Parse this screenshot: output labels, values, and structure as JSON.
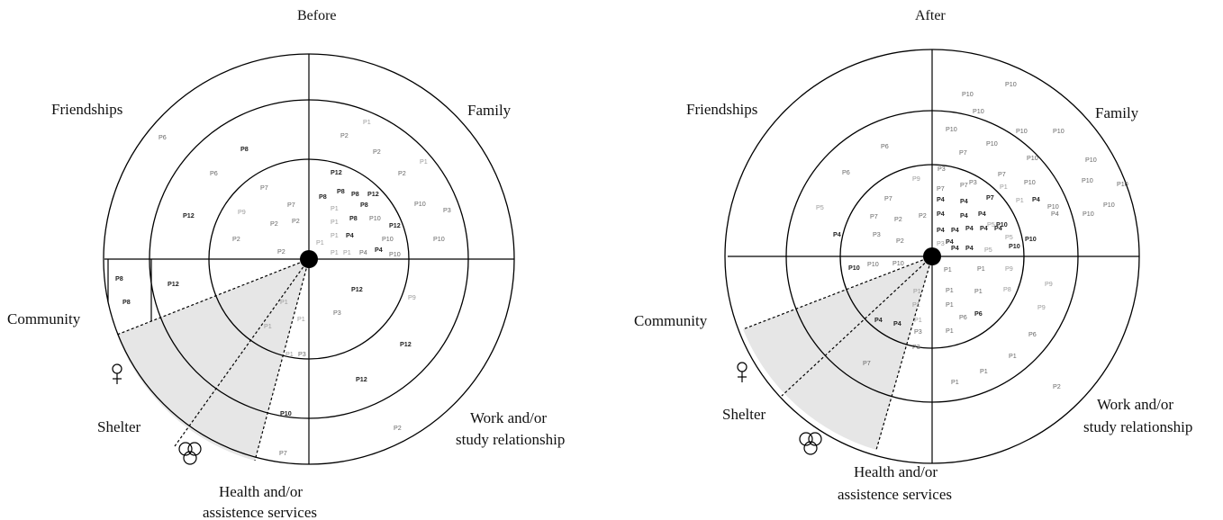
{
  "diagrams": [
    {
      "title": "Before",
      "sectors": {
        "friendships": "Friendships",
        "family": "Family",
        "community": "Community",
        "shelter": "Shelter",
        "work_1": "Work and/or",
        "work_2": "study relationship",
        "health_1": "Health and/or",
        "health_2": "assistence services"
      },
      "markers": [
        {
          "t": "P1",
          "s": "faint"
        },
        {
          "t": "P2",
          "s": "light"
        },
        {
          "t": "P2",
          "s": "light"
        },
        {
          "t": "P1",
          "s": "faint"
        },
        {
          "t": "P2",
          "s": "light"
        },
        {
          "t": "P12",
          "s": "bold"
        },
        {
          "t": "P8",
          "s": "bold"
        },
        {
          "t": "P12",
          "s": "bold"
        },
        {
          "t": "P10",
          "s": "light"
        },
        {
          "t": "P3",
          "s": "light"
        },
        {
          "t": "P8",
          "s": "bold"
        },
        {
          "t": "P8",
          "s": "bold"
        },
        {
          "t": "P8",
          "s": "bold"
        },
        {
          "t": "P1",
          "s": "faint"
        },
        {
          "t": "P8",
          "s": "bold"
        },
        {
          "t": "P10",
          "s": "light"
        },
        {
          "t": "P12",
          "s": "bold"
        },
        {
          "t": "P10",
          "s": "light"
        },
        {
          "t": "P1",
          "s": "faint"
        },
        {
          "t": "P1",
          "s": "faint"
        },
        {
          "t": "P4",
          "s": "bold"
        },
        {
          "t": "P10",
          "s": "light"
        },
        {
          "t": "P1",
          "s": "faint"
        },
        {
          "t": "P1",
          "s": "faint"
        },
        {
          "t": "P1",
          "s": "faint"
        },
        {
          "t": "P4",
          "s": "light"
        },
        {
          "t": "P4",
          "s": "bold"
        },
        {
          "t": "P10",
          "s": "light"
        },
        {
          "t": "P6",
          "s": "light"
        },
        {
          "t": "P8",
          "s": "bold"
        },
        {
          "t": "P6",
          "s": "light"
        },
        {
          "t": "P7",
          "s": "light"
        },
        {
          "t": "P7",
          "s": "light"
        },
        {
          "t": "P12",
          "s": "bold"
        },
        {
          "t": "P9",
          "s": "faint"
        },
        {
          "t": "P2",
          "s": "light"
        },
        {
          "t": "P2",
          "s": "light"
        },
        {
          "t": "P2",
          "s": "light"
        },
        {
          "t": "P2",
          "s": "light"
        },
        {
          "t": "P8",
          "s": "bold"
        },
        {
          "t": "P8",
          "s": "bold"
        },
        {
          "t": "P12",
          "s": "bold"
        },
        {
          "t": "P1",
          "s": "faint"
        },
        {
          "t": "P1",
          "s": "faint"
        },
        {
          "t": "P1",
          "s": "faint"
        },
        {
          "t": "P1",
          "s": "faint"
        },
        {
          "t": "P3",
          "s": "light"
        },
        {
          "t": "P10",
          "s": "bold"
        },
        {
          "t": "P7",
          "s": "light"
        },
        {
          "t": "P12",
          "s": "bold"
        },
        {
          "t": "P9",
          "s": "faint"
        },
        {
          "t": "P3",
          "s": "light"
        },
        {
          "t": "P12",
          "s": "bold"
        },
        {
          "t": "P12",
          "s": "bold"
        },
        {
          "t": "P2",
          "s": "light"
        }
      ]
    },
    {
      "title": "After",
      "sectors": {
        "friendships": "Friendships",
        "family": "Family",
        "community": "Community",
        "shelter": "Shelter",
        "work_1": "Work and/or",
        "work_2": "study relationship",
        "health_1": "Health and/or",
        "health_2": "assistence services"
      },
      "markers": [
        {
          "t": "P10",
          "s": "light"
        },
        {
          "t": "P10",
          "s": "light"
        },
        {
          "t": "P10",
          "s": "light"
        },
        {
          "t": "P10",
          "s": "light"
        },
        {
          "t": "P10",
          "s": "light"
        },
        {
          "t": "P10",
          "s": "light"
        },
        {
          "t": "P10",
          "s": "light"
        },
        {
          "t": "P7",
          "s": "light"
        },
        {
          "t": "P10",
          "s": "light"
        },
        {
          "t": "P10",
          "s": "light"
        },
        {
          "t": "P3",
          "s": "light"
        },
        {
          "t": "P3",
          "s": "light"
        },
        {
          "t": "P7",
          "s": "light"
        },
        {
          "t": "P10",
          "s": "light"
        },
        {
          "t": "P10",
          "s": "light"
        },
        {
          "t": "P10",
          "s": "light"
        },
        {
          "t": "P7",
          "s": "light"
        },
        {
          "t": "P7",
          "s": "light"
        },
        {
          "t": "P1",
          "s": "faint"
        },
        {
          "t": "P4",
          "s": "bold"
        },
        {
          "t": "P10",
          "s": "light"
        },
        {
          "t": "P10",
          "s": "light"
        },
        {
          "t": "P4",
          "s": "bold"
        },
        {
          "t": "P4",
          "s": "bold"
        },
        {
          "t": "P7",
          "s": "bold"
        },
        {
          "t": "P1",
          "s": "faint"
        },
        {
          "t": "P4",
          "s": "light"
        },
        {
          "t": "P10",
          "s": "light"
        },
        {
          "t": "P4",
          "s": "bold"
        },
        {
          "t": "P4",
          "s": "bold"
        },
        {
          "t": "P4",
          "s": "bold"
        },
        {
          "t": "P5",
          "s": "faint"
        },
        {
          "t": "P10",
          "s": "bold"
        },
        {
          "t": "P4",
          "s": "bold"
        },
        {
          "t": "P4",
          "s": "bold"
        },
        {
          "t": "P4",
          "s": "bold"
        },
        {
          "t": "P4",
          "s": "bold"
        },
        {
          "t": "P4",
          "s": "bold"
        },
        {
          "t": "P5",
          "s": "faint"
        },
        {
          "t": "P10",
          "s": "bold"
        },
        {
          "t": "P4",
          "s": "bold"
        },
        {
          "t": "P10",
          "s": "bold"
        },
        {
          "t": "P3",
          "s": "faint"
        },
        {
          "t": "P4",
          "s": "bold"
        },
        {
          "t": "P4",
          "s": "bold"
        },
        {
          "t": "P5",
          "s": "faint"
        },
        {
          "t": "P6",
          "s": "light"
        },
        {
          "t": "P6",
          "s": "light"
        },
        {
          "t": "P9",
          "s": "faint"
        },
        {
          "t": "P5",
          "s": "faint"
        },
        {
          "t": "P7",
          "s": "light"
        },
        {
          "t": "P7",
          "s": "light"
        },
        {
          "t": "P2",
          "s": "light"
        },
        {
          "t": "P2",
          "s": "light"
        },
        {
          "t": "P4",
          "s": "bold"
        },
        {
          "t": "P3",
          "s": "light"
        },
        {
          "t": "P2",
          "s": "light"
        },
        {
          "t": "P10",
          "s": "bold"
        },
        {
          "t": "P10",
          "s": "light"
        },
        {
          "t": "P10",
          "s": "light"
        },
        {
          "t": "P1",
          "s": "faint"
        },
        {
          "t": "P1",
          "s": "faint"
        },
        {
          "t": "P1",
          "s": "faint"
        },
        {
          "t": "P3",
          "s": "light"
        },
        {
          "t": "P3",
          "s": "light"
        },
        {
          "t": "P6",
          "s": "light"
        },
        {
          "t": "P4",
          "s": "bold"
        },
        {
          "t": "P4",
          "s": "bold"
        },
        {
          "t": "P7",
          "s": "light"
        },
        {
          "t": "P1",
          "s": "light"
        },
        {
          "t": "P1",
          "s": "light"
        },
        {
          "t": "P9",
          "s": "faint"
        },
        {
          "t": "P1",
          "s": "light"
        },
        {
          "t": "P1",
          "s": "light"
        },
        {
          "t": "P8",
          "s": "faint"
        },
        {
          "t": "P9",
          "s": "faint"
        },
        {
          "t": "P1",
          "s": "light"
        },
        {
          "t": "P6",
          "s": "bold"
        },
        {
          "t": "P9",
          "s": "faint"
        },
        {
          "t": "P1",
          "s": "light"
        },
        {
          "t": "P6",
          "s": "light"
        },
        {
          "t": "P1",
          "s": "light"
        },
        {
          "t": "P1",
          "s": "light"
        },
        {
          "t": "P1",
          "s": "light"
        },
        {
          "t": "P2",
          "s": "light"
        }
      ]
    }
  ]
}
